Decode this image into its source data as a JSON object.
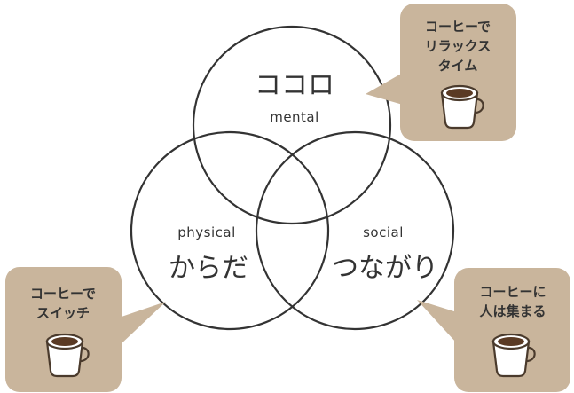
{
  "circles": {
    "mind": {
      "main_label": "ココロ",
      "sub_label": "mental"
    },
    "body": {
      "main_label": "からだ",
      "sub_label": "physical"
    },
    "social": {
      "main_label": "つながり",
      "sub_label": "social"
    }
  },
  "bubbles": {
    "relax": {
      "lines": [
        "コーヒーで",
        "リラックス",
        "タイム"
      ],
      "icon": "coffee-cup-icon"
    },
    "switch": {
      "lines": [
        "コーヒーで",
        "スイッチ"
      ],
      "icon": "coffee-cup-icon"
    },
    "gather": {
      "lines": [
        "コーヒーに",
        "人は集まる"
      ],
      "icon": "coffee-cup-icon"
    }
  },
  "colors": {
    "bubble_fill": "#c9b59c",
    "line": "#333333",
    "coffee": "#5a3a24"
  }
}
